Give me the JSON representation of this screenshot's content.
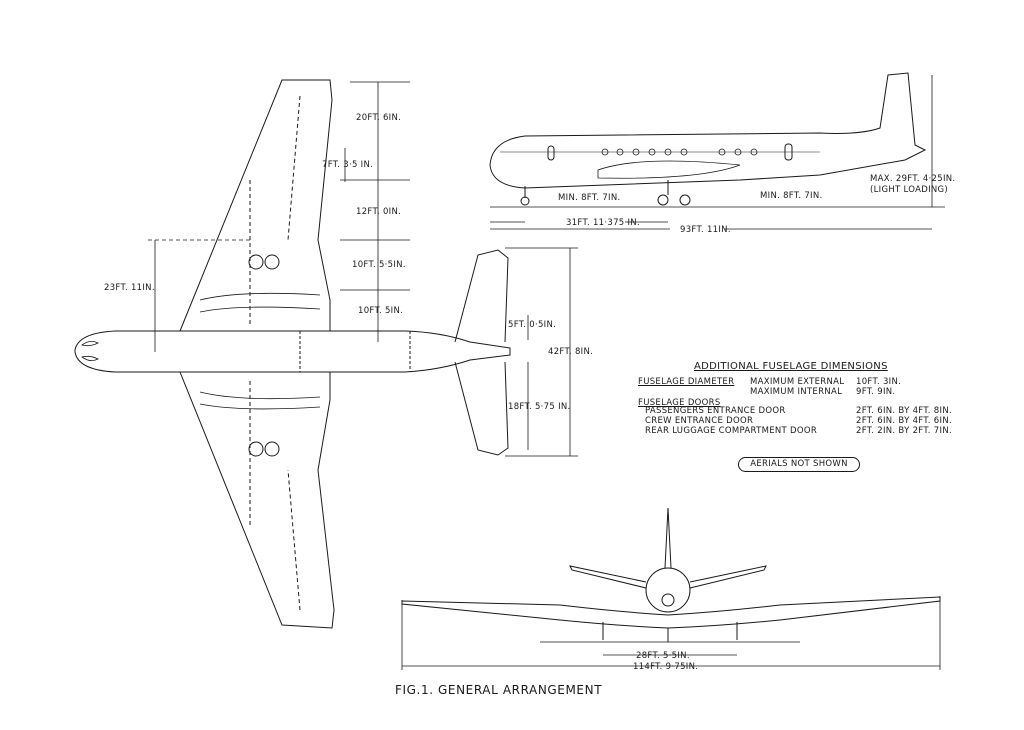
{
  "caption": "FIG.1. GENERAL ARRANGEMENT",
  "aerials_note": "AERIALS NOT SHOWN",
  "plan_dimensions": {
    "d1": "20FT. 6IN.",
    "d2": "7FT. 3·5 IN.",
    "d3": "12FT. 0IN.",
    "d4": "10FT. 5·5IN.",
    "d5": "10FT. 5IN.",
    "span_half": "23FT. 11IN.",
    "tail_d1": "5FT. 0·5IN.",
    "tail_span": "42FT. 8IN.",
    "tail_d2": "18FT. 5·75 IN."
  },
  "side_dimensions": {
    "clearance_front": "MIN. 8FT. 7IN.",
    "clearance_rear": "MIN. 8FT. 7IN.",
    "wheelbase": "31FT. 11·375 IN.",
    "length": "93FT. 11IN.",
    "height_line1": "MAX. 29FT. 4·25IN.",
    "height_line2": "(LIGHT LOADING)"
  },
  "front_dimensions": {
    "track": "28FT. 5·5IN.",
    "span": "114FT. 9·75IN."
  },
  "table": {
    "title": "ADDITIONAL  FUSELAGE  DIMENSIONS",
    "diameter_label": "FUSELAGE  DIAMETER",
    "rows_diameter": [
      {
        "label": "MAXIMUM  EXTERNAL",
        "value": "10FT. 3IN."
      },
      {
        "label": "MAXIMUM  INTERNAL",
        "value": "9FT. 9IN."
      }
    ],
    "doors_label": "FUSELAGE  DOORS",
    "rows_doors": [
      {
        "label": "PASSENGERS  ENTRANCE  DOOR",
        "value": "2FT. 6IN. BY 4FT. 8IN."
      },
      {
        "label": "CREW  ENTRANCE  DOOR",
        "value": "2FT. 6IN. BY 4FT. 6IN."
      },
      {
        "label": "REAR  LUGGAGE  COMPARTMENT  DOOR",
        "value": "2FT. 2IN. BY 2FT. 7IN."
      }
    ]
  }
}
